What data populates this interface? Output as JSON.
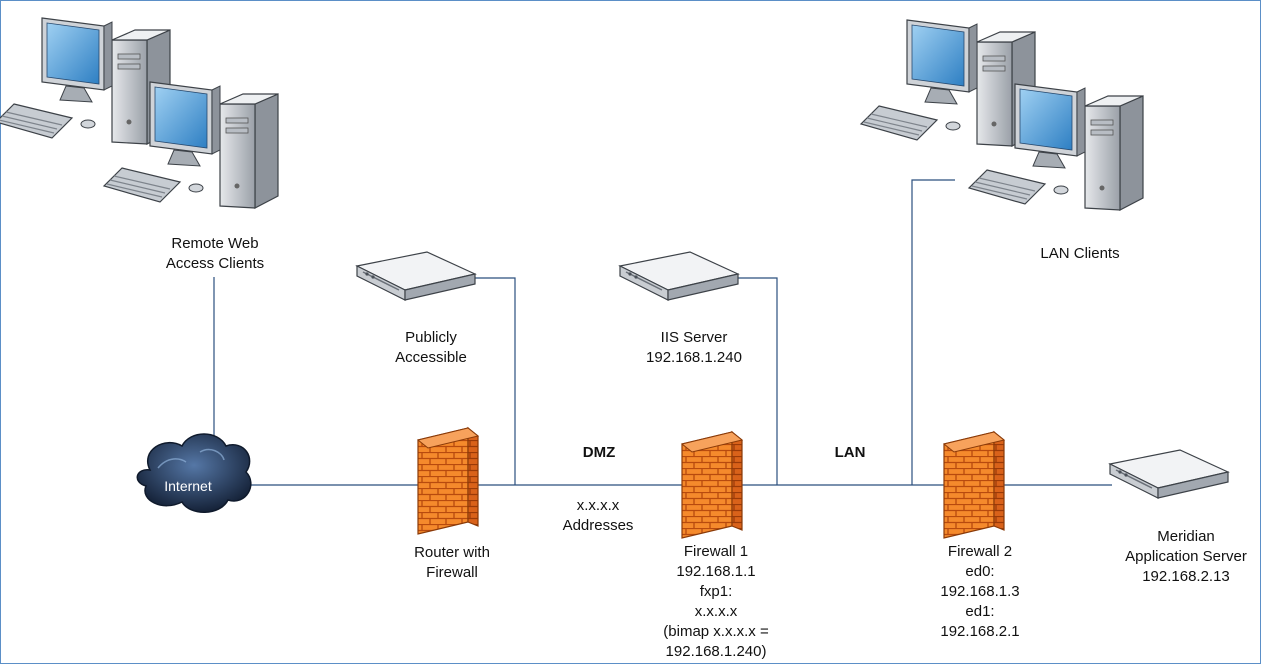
{
  "diagram": {
    "nodes": {
      "remote_clients": {
        "lines": [
          "Remote Web",
          "Access Clients"
        ]
      },
      "internet": {
        "label": "Internet"
      },
      "public_server": {
        "lines": [
          "Publicly",
          "Accessible"
        ]
      },
      "router": {
        "lines": [
          "Router with",
          "Firewall"
        ]
      },
      "iis_server": {
        "lines": [
          "IIS Server",
          "192.168.1.240"
        ]
      },
      "firewall1": {
        "lines": [
          "Firewall 1",
          "192.168.1.1",
          "fxp1:",
          "x.x.x.x",
          "(bimap x.x.x.x =",
          "192.168.1.240)"
        ]
      },
      "lan_clients": {
        "lines": [
          "LAN Clients"
        ]
      },
      "firewall2": {
        "lines": [
          "Firewall 2",
          "ed0:",
          "192.168.1.3",
          "ed1:",
          "192.168.2.1"
        ]
      },
      "meridian": {
        "lines": [
          "Meridian",
          "Application Server",
          "192.168.2.13"
        ]
      }
    },
    "zones": {
      "dmz": "DMZ",
      "lan": "LAN",
      "addresses": [
        "x.x.x.x",
        "Addresses"
      ]
    }
  },
  "colors": {
    "line": "#2b4f7e",
    "border": "#5b8fc7",
    "firewall_orange": "#f07a24",
    "cloud": "#1e2e4a"
  },
  "icons": [
    "workstation-icon",
    "server-icon",
    "firewall-icon",
    "cloud-icon"
  ]
}
